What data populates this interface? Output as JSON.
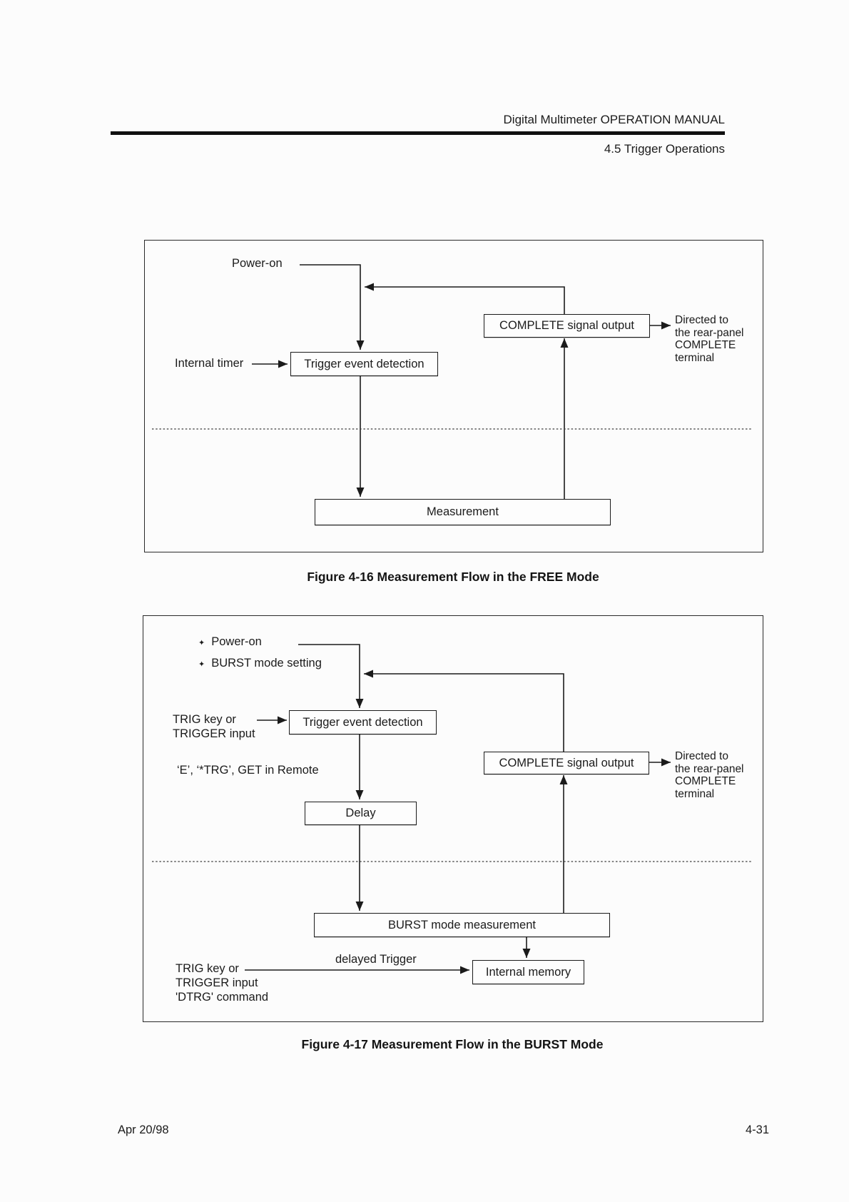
{
  "header": {
    "manual_title": "Digital Multimeter OPERATION MANUAL",
    "section_title": "4.5 Trigger Operations"
  },
  "footer": {
    "date": "Apr 20/98",
    "page_number": "4-31"
  },
  "figure_free": {
    "caption": "Figure 4-16 Measurement Flow in the FREE Mode",
    "power_on": "Power-on",
    "internal_timer": "Internal timer",
    "trigger_box": "Trigger event detection",
    "complete_box": "COMPLETE signal output",
    "measurement_box": "Measurement",
    "directed_note": [
      "Directed to",
      "the rear-panel",
      "COMPLETE",
      "terminal"
    ]
  },
  "figure_burst": {
    "caption": "Figure 4-17 Measurement Flow in the BURST Mode",
    "bullet_glyph": "✦",
    "bullets": [
      "Power-on",
      "BURST mode setting"
    ],
    "trig_label": [
      "TRIG key or",
      "TRIGGER input"
    ],
    "remote_label": "‘E’, ‘*TRG’, GET in Remote",
    "trigger_box": "Trigger event detection",
    "delay_box": "Delay",
    "complete_box": "COMPLETE signal output",
    "burst_box": "BURST mode measurement",
    "delayed_trigger": "delayed Trigger",
    "memory_box": "Internal memory",
    "trig_label_bottom": [
      "TRIG key or",
      "TRIGGER input",
      "'DTRG' command"
    ],
    "directed_note": [
      "Directed to",
      "the rear-panel",
      "COMPLETE",
      "terminal"
    ]
  },
  "colors": {
    "ink": "#1b1b1b",
    "paper": "#fcfcfc"
  }
}
